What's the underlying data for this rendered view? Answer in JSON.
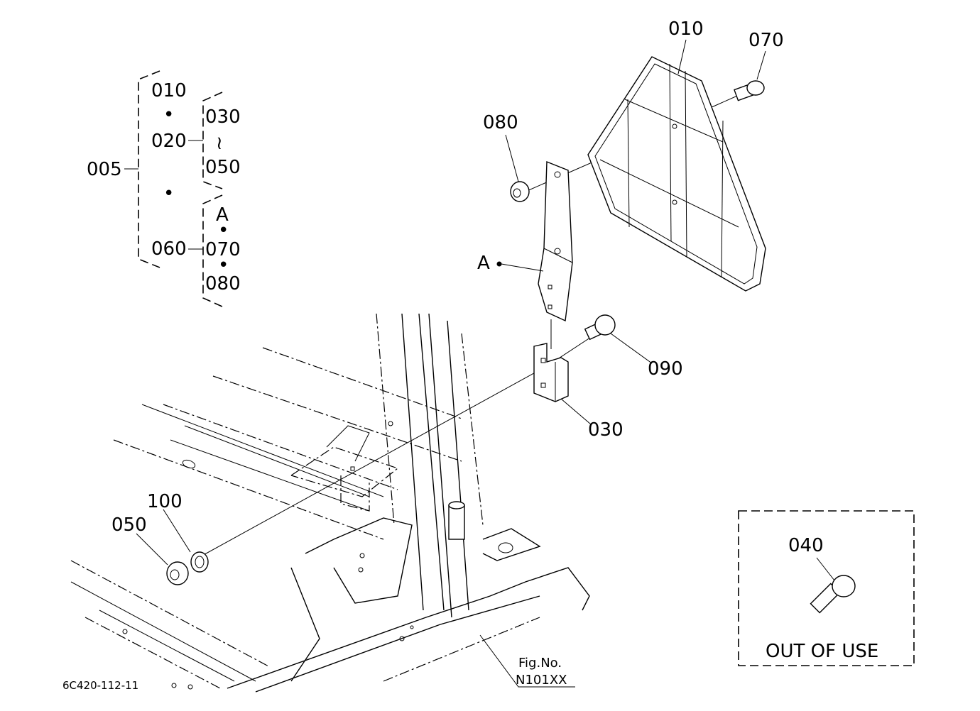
{
  "tree": {
    "root": "005",
    "items": [
      "010",
      "020",
      "030",
      "050",
      "060",
      "A",
      "070",
      "080"
    ],
    "dots": [
      "•",
      "•",
      "•",
      "•"
    ],
    "range_symbol": "≀"
  },
  "callouts": {
    "part_010": "010",
    "part_070": "070",
    "part_080": "080",
    "part_A": "A",
    "part_090": "090",
    "part_030": "030",
    "part_100": "100",
    "part_050": "050"
  },
  "out_of_use": {
    "part": "040",
    "text": "OUT OF USE"
  },
  "figure": {
    "ref_label": "Fig.No.",
    "ref_number": "N101XX",
    "drawing_code": "6C420-112-11"
  }
}
